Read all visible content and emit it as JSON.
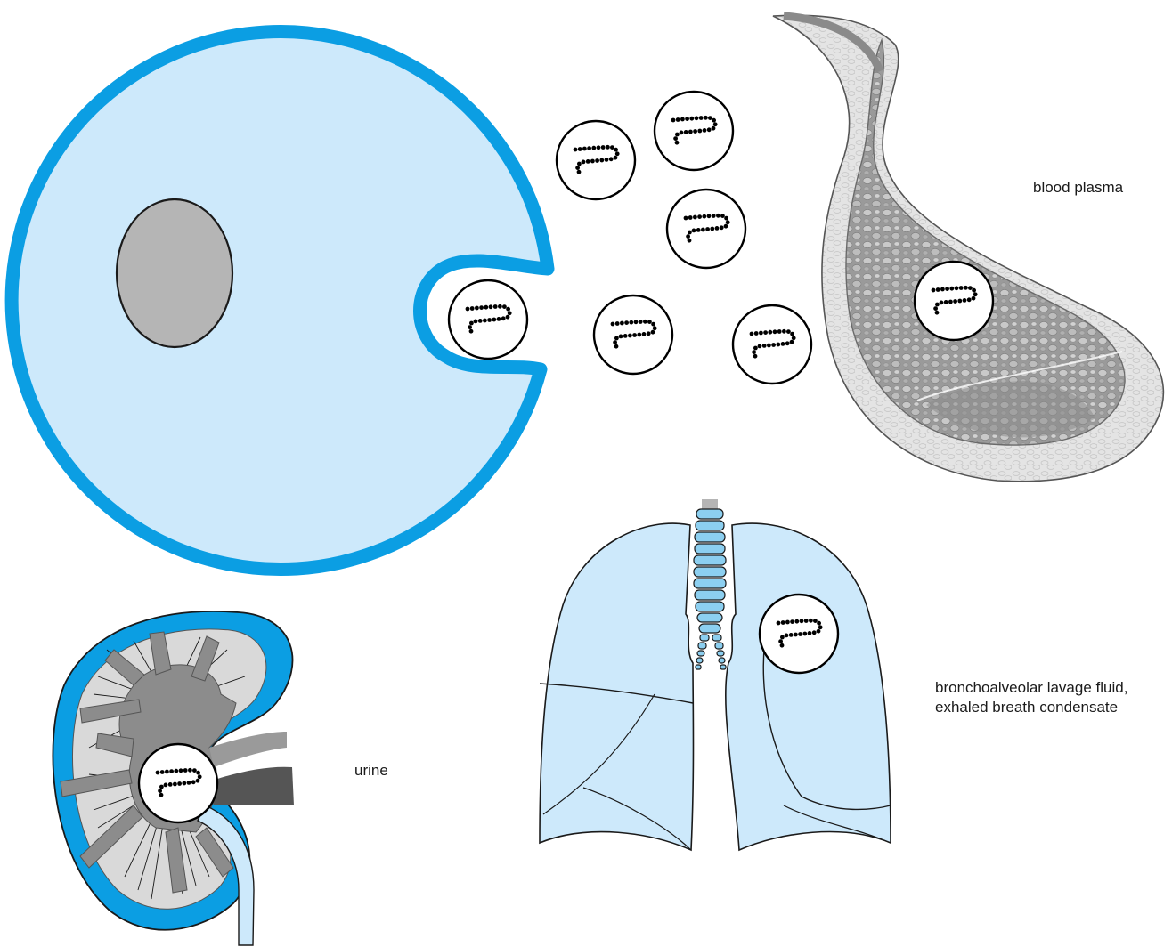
{
  "labels": {
    "blood": "blood plasma",
    "urine": "urine",
    "bal_line1": "bronchoalveolar lavage fluid,",
    "bal_line2": "exhaled breath condensate"
  },
  "colors": {
    "cell_fill": "#cde9fb",
    "cell_border": "#0b9ee3",
    "nucleus": "#b5b5b5",
    "lung_fill": "#cde9fb",
    "kidney_cortex": "#0b9ee3",
    "vessel_dark": "#555555",
    "vessel_light": "#9a9a9a"
  },
  "icons": {
    "cell": "cell-icon",
    "nucleus": "nucleus-icon",
    "biomarker": "biomarker-chain-icon",
    "blood_vessel": "blood-vessel-icon",
    "lungs": "lungs-icon",
    "kidney": "kidney-icon"
  }
}
